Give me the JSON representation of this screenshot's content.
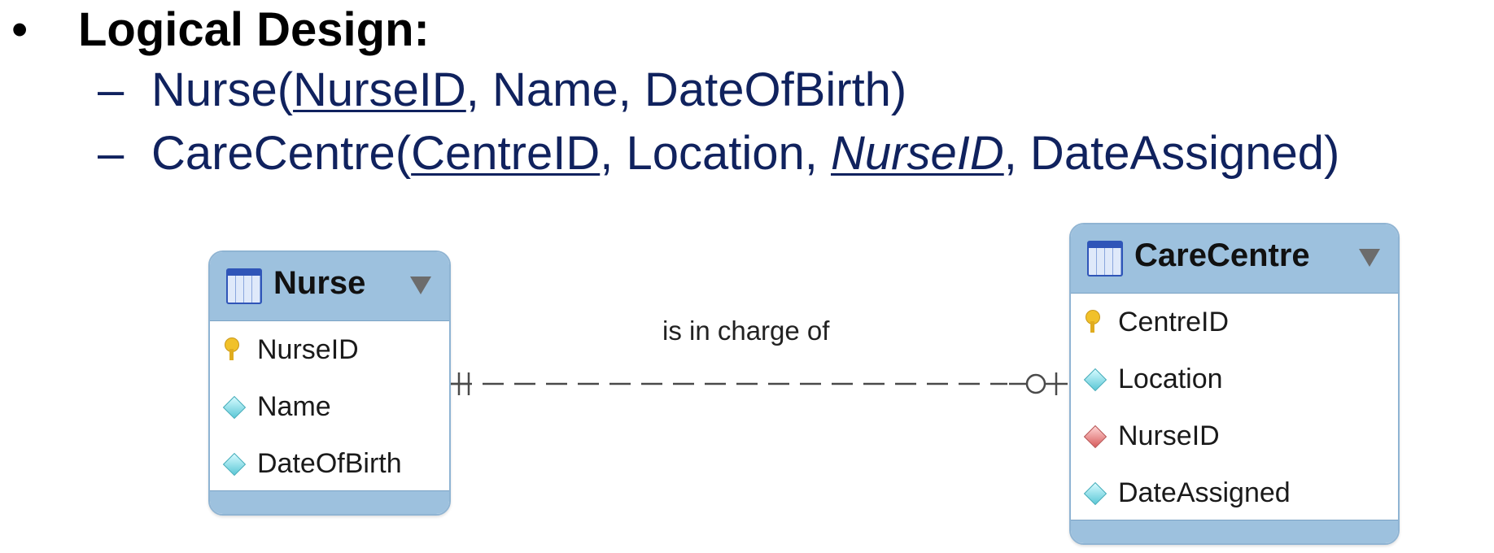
{
  "slide": {
    "bullet": "•",
    "heading": "Logical Design:",
    "dash": "–",
    "nurse_schema": {
      "name": "Nurse",
      "open": "(",
      "pk": "NurseID",
      "rest": ", Name, DateOfBirth)"
    },
    "carecentre_schema": {
      "name": "CareCentre",
      "open": "(",
      "pk": "CentreID",
      "mid": ", Location, ",
      "fk": "NurseID",
      "rest": ", DateAssigned)"
    }
  },
  "diagram": {
    "relationship_label": "is in charge of",
    "nurse": {
      "title": "Nurse",
      "attributes": [
        {
          "name": "NurseID",
          "icon": "primary-key-icon"
        },
        {
          "name": "Name",
          "icon": "attribute-diamond-icon"
        },
        {
          "name": "DateOfBirth",
          "icon": "attribute-diamond-icon"
        }
      ]
    },
    "carecentre": {
      "title": "CareCentre",
      "attributes": [
        {
          "name": "CentreID",
          "icon": "primary-key-icon"
        },
        {
          "name": "Location",
          "icon": "attribute-diamond-icon"
        },
        {
          "name": "NurseID",
          "icon": "foreign-key-diamond-icon"
        },
        {
          "name": "DateAssigned",
          "icon": "attribute-diamond-icon"
        }
      ]
    },
    "colors": {
      "header": "#9dc1de",
      "text_blue": "#10225e",
      "attribute_diamond": "#5cc8d6",
      "foreign_key_diamond": "#d85d5d",
      "primary_key": "#f1c12a"
    }
  }
}
